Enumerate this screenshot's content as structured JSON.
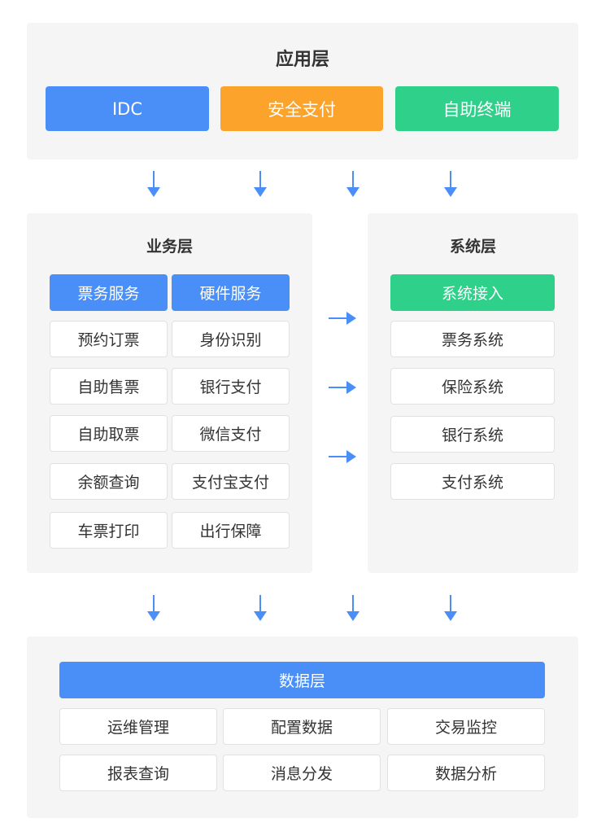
{
  "colors": {
    "blue": "#4a8ef7",
    "orange": "#fba32b",
    "green": "#2fd08a",
    "arrow": "#4a8ef7",
    "panel": "#f5f5f5"
  },
  "application_layer": {
    "title": "应用层",
    "items": [
      "IDC",
      "安全支付",
      "自助终端"
    ]
  },
  "business_layer": {
    "title": "业务层",
    "headers": [
      "票务服务",
      "硬件服务"
    ],
    "left_items": [
      "预约订票",
      "自助售票",
      "自助取票",
      "余额查询",
      "车票打印"
    ],
    "right_items": [
      "身份识别",
      "银行支付",
      "微信支付",
      "支付宝支付",
      "出行保障"
    ]
  },
  "system_layer": {
    "title": "系统层",
    "header": "系统接入",
    "items": [
      "票务系统",
      "保险系统",
      "银行系统",
      "支付系统"
    ]
  },
  "data_layer": {
    "title": "数据层",
    "items": [
      "运维管理",
      "配置数据",
      "交易监控",
      "报表查询",
      "消息分发",
      "数据分析"
    ]
  },
  "icons": {
    "down_arrow": "arrow-down-icon",
    "right_arrow": "arrow-right-icon"
  }
}
